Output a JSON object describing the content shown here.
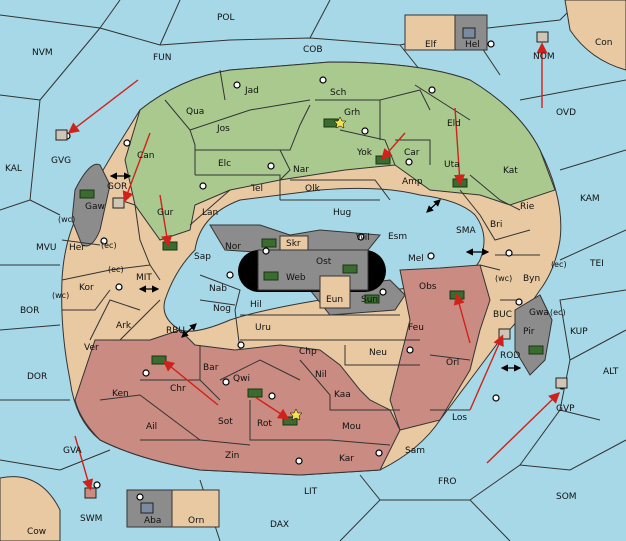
{
  "colors": {
    "sea": "#a7d8e7",
    "neutral": "#e8c9a1",
    "green": "#a9c98f",
    "red": "#c98b82",
    "gray": "#8c8c8c",
    "black": "#000000",
    "arrow": "#d0221a",
    "line": "#333333"
  },
  "sea_labels": {
    "pol": "POL",
    "nvm": "NVM",
    "fun": "FUN",
    "cob": "COB",
    "nom": "NOM",
    "con": "Con",
    "ovd": "OVD",
    "kal": "KAL",
    "gvg": "GVG",
    "kam": "KAM",
    "gor": "GOR",
    "sma": "SMA",
    "mvu": "MVU",
    "mit": "MIT",
    "tei": "TEI",
    "bor": "BOR",
    "rbu": "RBU",
    "buc": "BUC",
    "kup": "KUP",
    "dor": "DOR",
    "rod": "ROD",
    "alt": "ALT",
    "gvp": "GVP",
    "gva": "GVA",
    "fro": "FRO",
    "som": "SOM",
    "lit": "LIT",
    "swm": "SWM",
    "dax": "DAX",
    "cow": "Cow"
  },
  "coast_notes": {
    "wc1": "(wc)",
    "ec1": "(ec)",
    "ec2": "(ec)",
    "wc2": "(wc)",
    "wc3": "(wc)",
    "ec3": "(ec)",
    "ec4": "(ec)"
  },
  "land_labels": {
    "elf": "Elf",
    "hel": "Hel",
    "jad": "Jad",
    "sch": "Sch",
    "qua": "Qua",
    "jos": "Jos",
    "grh": "Grh",
    "eld": "Eld",
    "can": "Can",
    "yok": "Yok",
    "car": "Car",
    "elc": "Elc",
    "nar": "Nar",
    "uta": "Uta",
    "kat": "Kat",
    "gaw": "Gaw",
    "tel": "Tel",
    "olk": "Olk",
    "amp": "Amp",
    "gur": "Gur",
    "lan": "Lan",
    "hug": "Hug",
    "rie": "Rie",
    "bri": "Bri",
    "wil": "Wil",
    "esm": "Esm",
    "her": "Her",
    "nor": "Nor",
    "skr": "Skr",
    "ost": "Ost",
    "sap": "Sap",
    "web": "Web",
    "mel": "Mel",
    "byn": "Byn",
    "kor": "Kor",
    "nab": "Nab",
    "eun": "Eun",
    "obs": "Obs",
    "hil": "Hil",
    "sun": "Sun",
    "gwa": "Gwa",
    "ark": "Ark",
    "nog": "Nog",
    "pir": "Pir",
    "uru": "Uru",
    "feu": "Feu",
    "ver": "Ver",
    "chp": "Chp",
    "neu": "Neu",
    "orl": "Orl",
    "bar": "Bar",
    "qwi": "Qwi",
    "nil": "Nil",
    "ken": "Ken",
    "chr": "Chr",
    "kaa": "Kaa",
    "sot": "Sot",
    "rot": "Rot",
    "los": "Los",
    "ail": "Ail",
    "mou": "Mou",
    "zin": "Zin",
    "kar": "Kar",
    "sam": "Sam",
    "aba": "Aba",
    "orn": "Orn"
  }
}
